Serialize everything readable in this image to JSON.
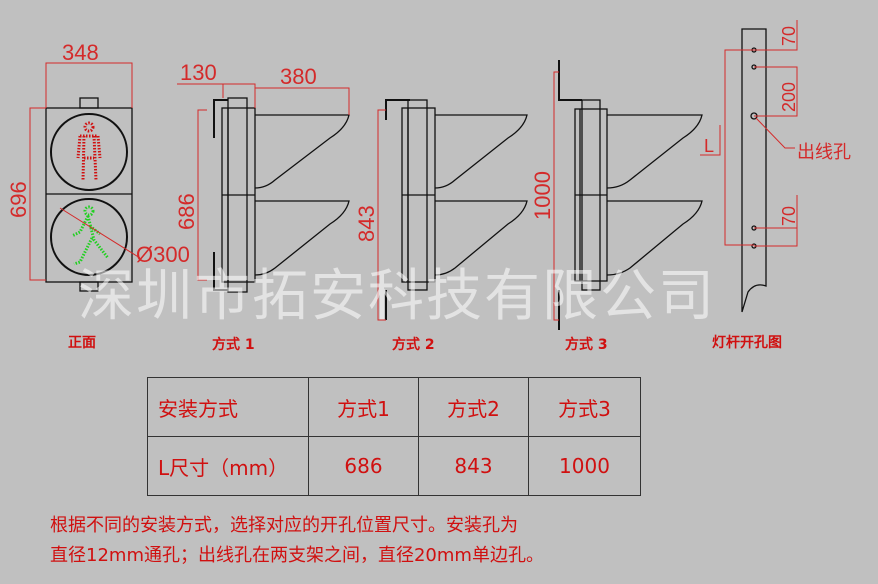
{
  "front_view": {
    "width_dim": "348",
    "height_dim": "696",
    "diameter_dim": "Ø300",
    "label": "正面"
  },
  "method1": {
    "offset_dim": "130",
    "depth_dim": "380",
    "height_dim": "686",
    "label": "方式 1"
  },
  "method2": {
    "height_dim": "843",
    "label": "方式 2"
  },
  "method3": {
    "height_dim": "1000",
    "label": "方式 3"
  },
  "pole": {
    "dim_top": "70",
    "dim_mid": "200",
    "dim_bottom": "70",
    "L_label": "L",
    "outlet_label": "出线孔",
    "label": "灯杆开孔图"
  },
  "watermark": "深圳市拓安科技有限公司",
  "table": {
    "headers": [
      "安装方式",
      "方式1",
      "方式2",
      "方式3"
    ],
    "row": [
      "L尺寸（mm）",
      "686",
      "843",
      "1000"
    ]
  },
  "note": [
    "根据不同的安装方式，选择对应的开孔位置尺寸。安装孔为",
    "直径12mm通孔；出线孔在两支架之间，直径20mm单边孔。"
  ],
  "colors": {
    "background": "#c0c0c0",
    "dimension": "#d42a2a",
    "label": "#d01010",
    "red_light": "#d01010",
    "green_light": "#20d020"
  }
}
